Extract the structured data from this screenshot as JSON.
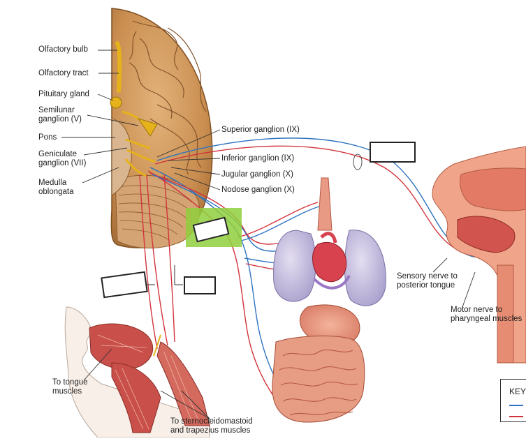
{
  "labels": {
    "olfactory_bulb": "Olfactory bulb",
    "olfactory_tract": "Olfactory tract",
    "pituitary_gland": "Pituitary gland",
    "semilunar_ganglion": "Semilunar\nganglion (V)",
    "pons": "Pons",
    "geniculate_ganglion": "Geniculate\nganglion (VII)",
    "medulla_oblongata": "Medulla\noblongata",
    "superior_ganglion": "Superior ganglion (IX)",
    "inferior_ganglion": "Inferior ganglion (IX)",
    "jugular_ganglion": "Jugular ganglion (X)",
    "nodose_ganglion": "Nodose ganglion (X)",
    "sensory_nerve": "Sensory nerve to\nposterior tongue",
    "motor_nerve": "Motor nerve to\npharyngeal muscles",
    "to_tongue_muscles": "To tongue\nmuscles",
    "to_sternocleidomastoid": "To sternocleidomastoid\nand trapezius muscles"
  },
  "key": {
    "title": "KEY"
  },
  "colors": {
    "sensory_line": "#2f74c0",
    "motor_line": "#d2333b",
    "highlight": "#8fcf3c",
    "brain": "#c98d4f",
    "muscle": "#c9504a"
  }
}
